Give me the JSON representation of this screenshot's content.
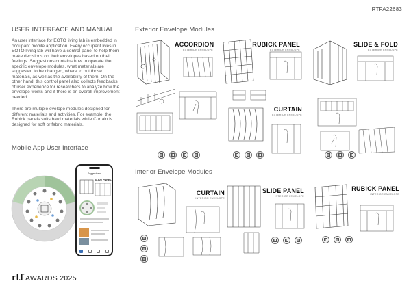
{
  "header": {
    "code": "RTFA22683"
  },
  "left": {
    "title": "USER INTERFACE AND MANUAL",
    "paragraph1": "An user interface for EOTO living lab is embedded in occupant mobile application. Every occupant lives in EOTO living lab will have a control panel to help them make decisions on their envelopes based on their feelings. Suggestions contains how to operate the specific envelope modules, what materials are suggested to be changed, where to put those materials, as well as the availability of them. On the other hand, this control panel also collects feedbacks of user experience for researchers to analyze how the envelope works and if there is an overall improvement needed.",
    "paragraph2": "There are multiple evelope modules designed for different materials and activities. For example, the Rubick panels suits hard materials while Curtain is designed for soft or fabric materials.",
    "mobile_title": "Mobile App User Interface"
  },
  "phone": {
    "screen_title": "Suggestions",
    "card_label": "SLIDE PANEL"
  },
  "exterior": {
    "title": "Exterior Envelope Modules",
    "modules": [
      {
        "name": "ACCORDION",
        "sub": "EXTERIOR ENVELOPE"
      },
      {
        "name": "RUBICK PANEL",
        "sub": "EXTERIOR ENVELOPE"
      },
      {
        "name": "SLIDE & FOLD",
        "sub": "EXTERIOR ENVELOPE"
      },
      {
        "name": "CURTAIN",
        "sub": "EXTERIOR ENVELOPE"
      }
    ]
  },
  "interior": {
    "title": "Interior Envelope Modules",
    "modules": [
      {
        "name": "CURTAIN",
        "sub": "INTERIOR ENVELOPE"
      },
      {
        "name": "SLIDE PANEL",
        "sub": "INTERIOR ENVELOPE"
      },
      {
        "name": "RUBICK PANEL",
        "sub": "INTERIOR ENVELOPE"
      }
    ]
  },
  "footer": {
    "logo": "rtf",
    "awards": "AWARDS 2025"
  },
  "colors": {
    "ring_green": "#9fc39a",
    "ring_grey": "#d9d9d9",
    "accent_blue": "#3a6fb5",
    "ink": "#222222"
  }
}
